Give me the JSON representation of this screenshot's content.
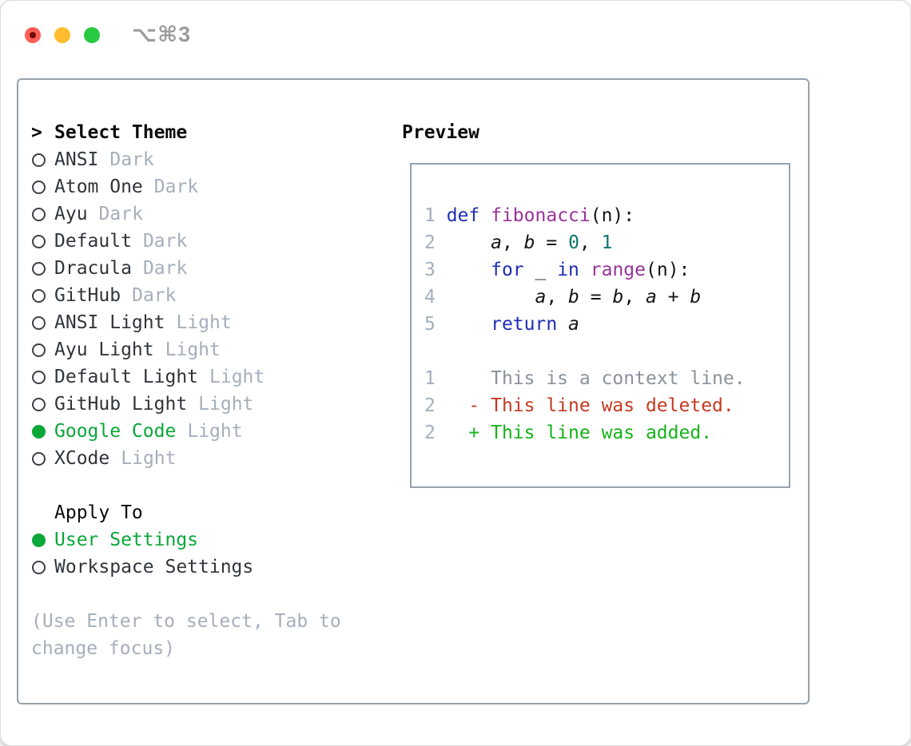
{
  "window": {
    "title": "⌥⌘3",
    "buttons": [
      "close",
      "minimize",
      "zoom"
    ]
  },
  "left": {
    "prompt": ">",
    "title": "Select Theme",
    "themes": [
      {
        "name": "ANSI",
        "variant": "Dark",
        "selected": false
      },
      {
        "name": "Atom One",
        "variant": "Dark",
        "selected": false
      },
      {
        "name": "Ayu",
        "variant": "Dark",
        "selected": false
      },
      {
        "name": "Default",
        "variant": "Dark",
        "selected": false
      },
      {
        "name": "Dracula",
        "variant": "Dark",
        "selected": false
      },
      {
        "name": "GitHub",
        "variant": "Dark",
        "selected": false
      },
      {
        "name": "ANSI Light",
        "variant": "Light",
        "selected": false
      },
      {
        "name": "Ayu Light",
        "variant": "Light",
        "selected": false
      },
      {
        "name": "Default Light",
        "variant": "Light",
        "selected": false
      },
      {
        "name": "GitHub Light",
        "variant": "Light",
        "selected": false
      },
      {
        "name": "Google Code",
        "variant": "Light",
        "selected": true
      },
      {
        "name": "XCode",
        "variant": "Light",
        "selected": false
      }
    ],
    "apply_title": "Apply To",
    "apply_options": [
      {
        "label": "User Settings",
        "selected": true
      },
      {
        "label": "Workspace Settings",
        "selected": false
      }
    ],
    "help": "(Use Enter to select, Tab to change focus)"
  },
  "preview": {
    "title": "Preview",
    "lines": [
      {
        "num": "1",
        "tokens": [
          {
            "t": "def",
            "c": "kwd"
          },
          {
            "t": " ",
            "c": "pln"
          },
          {
            "t": "fibonacci",
            "c": "fn"
          },
          {
            "t": "(n):",
            "c": "pln"
          }
        ]
      },
      {
        "num": "2",
        "tokens": [
          {
            "t": "    ",
            "c": "pln"
          },
          {
            "t": "a",
            "c": "var"
          },
          {
            "t": ", ",
            "c": "pln"
          },
          {
            "t": "b",
            "c": "var"
          },
          {
            "t": " = ",
            "c": "pln"
          },
          {
            "t": "0",
            "c": "num"
          },
          {
            "t": ", ",
            "c": "pln"
          },
          {
            "t": "1",
            "c": "num"
          }
        ]
      },
      {
        "num": "3",
        "tokens": [
          {
            "t": "    ",
            "c": "pln"
          },
          {
            "t": "for",
            "c": "kwd"
          },
          {
            "t": " _ ",
            "c": "pln"
          },
          {
            "t": "in",
            "c": "kwd"
          },
          {
            "t": " ",
            "c": "pln"
          },
          {
            "t": "range",
            "c": "fn"
          },
          {
            "t": "(n):",
            "c": "pln"
          }
        ]
      },
      {
        "num": "4",
        "tokens": [
          {
            "t": "        ",
            "c": "pln"
          },
          {
            "t": "a",
            "c": "var"
          },
          {
            "t": ", ",
            "c": "pln"
          },
          {
            "t": "b",
            "c": "var"
          },
          {
            "t": " = ",
            "c": "pln"
          },
          {
            "t": "b",
            "c": "var"
          },
          {
            "t": ", ",
            "c": "pln"
          },
          {
            "t": "a",
            "c": "var"
          },
          {
            "t": " + ",
            "c": "pln"
          },
          {
            "t": "b",
            "c": "var"
          }
        ]
      },
      {
        "num": "5",
        "tokens": [
          {
            "t": "    ",
            "c": "pln"
          },
          {
            "t": "return",
            "c": "kwd"
          },
          {
            "t": " ",
            "c": "pln"
          },
          {
            "t": "a",
            "c": "var"
          }
        ]
      },
      {
        "num": "",
        "tokens": []
      },
      {
        "num": "1",
        "tokens": [
          {
            "t": "    This is a context line.",
            "c": "ctx"
          }
        ]
      },
      {
        "num": "2",
        "tokens": [
          {
            "t": "  - This line was deleted.",
            "c": "del"
          }
        ]
      },
      {
        "num": "2",
        "tokens": [
          {
            "t": "  + This line was added.",
            "c": "add"
          }
        ]
      }
    ]
  },
  "colors": {
    "accent_green": "#0aa739",
    "diff_add": "#16b31c",
    "diff_del": "#c43a22",
    "context_gray": "#8b929c",
    "keyword_blue": "#1f2db4",
    "function_purple": "#993399",
    "number_teal": "#0f766e",
    "plain_code": "#141414",
    "muted_gray": "#a6aebb",
    "panel_border": "#98a1ac",
    "list_text": "#30353b",
    "heading_black": "#0a0a0a",
    "title_gray": "#9b9b9b",
    "radio_ring": "#3c4148",
    "traffic_red": "#ff5f57",
    "traffic_red_dot": "#750e0b",
    "traffic_yellow": "#febc2e",
    "traffic_green": "#28c840"
  }
}
